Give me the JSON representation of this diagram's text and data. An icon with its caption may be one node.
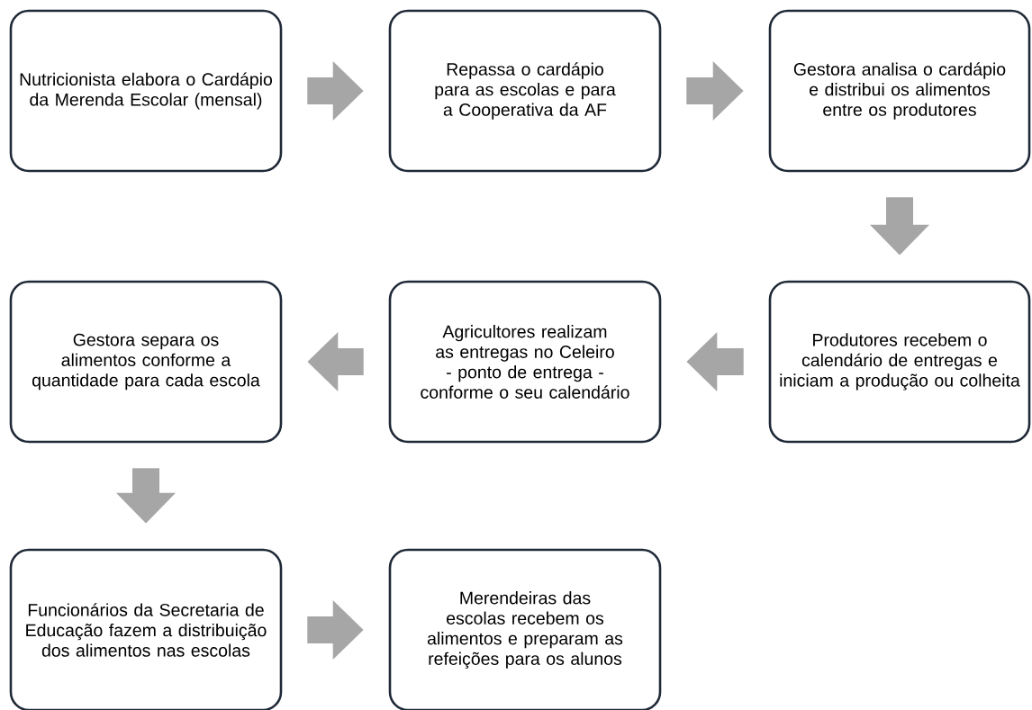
{
  "diagram": {
    "nodes": [
      {
        "text": [
          "Nutricionista elabora o Cardápio da Merenda Escolar (mensal)"
        ]
      },
      {
        "text": [
          "Repassa o cardápio para as escolas e para a Cooperativa da AF"
        ]
      },
      {
        "text": [
          "Gestora analisa o cardápio e distribui os alimentos entre os produtores"
        ]
      },
      {
        "text": [
          "Produtores recebem o calendário de entregas e iniciam a produção ou colheita"
        ]
      },
      {
        "text": [
          "Agricultores realizam as entregas no Celeiro - ponto de entrega - conforme o seu calendário"
        ]
      },
      {
        "text": [
          "Gestora separa os alimentos conforme a quantidade para cada escola"
        ]
      },
      {
        "text": [
          "Funcionários da Secretaria de Educação fazem a distribuição dos alimentos nas escolas"
        ]
      },
      {
        "text": [
          "Merendeiras das escolas recebem os alimentos e preparam as refeições para os alunos"
        ]
      }
    ],
    "edges": [
      {
        "from": 0,
        "to": 1,
        "arrow": "to"
      },
      {
        "from": 1,
        "to": 2,
        "arrow": "to"
      },
      {
        "from": 2,
        "to": 3,
        "arrow": "to"
      },
      {
        "from": 3,
        "to": 4,
        "arrow": "to"
      },
      {
        "from": 4,
        "to": 5,
        "arrow": "to"
      },
      {
        "from": 5,
        "to": 6,
        "arrow": "to"
      },
      {
        "from": 6,
        "to": 7,
        "arrow": "to"
      }
    ]
  }
}
